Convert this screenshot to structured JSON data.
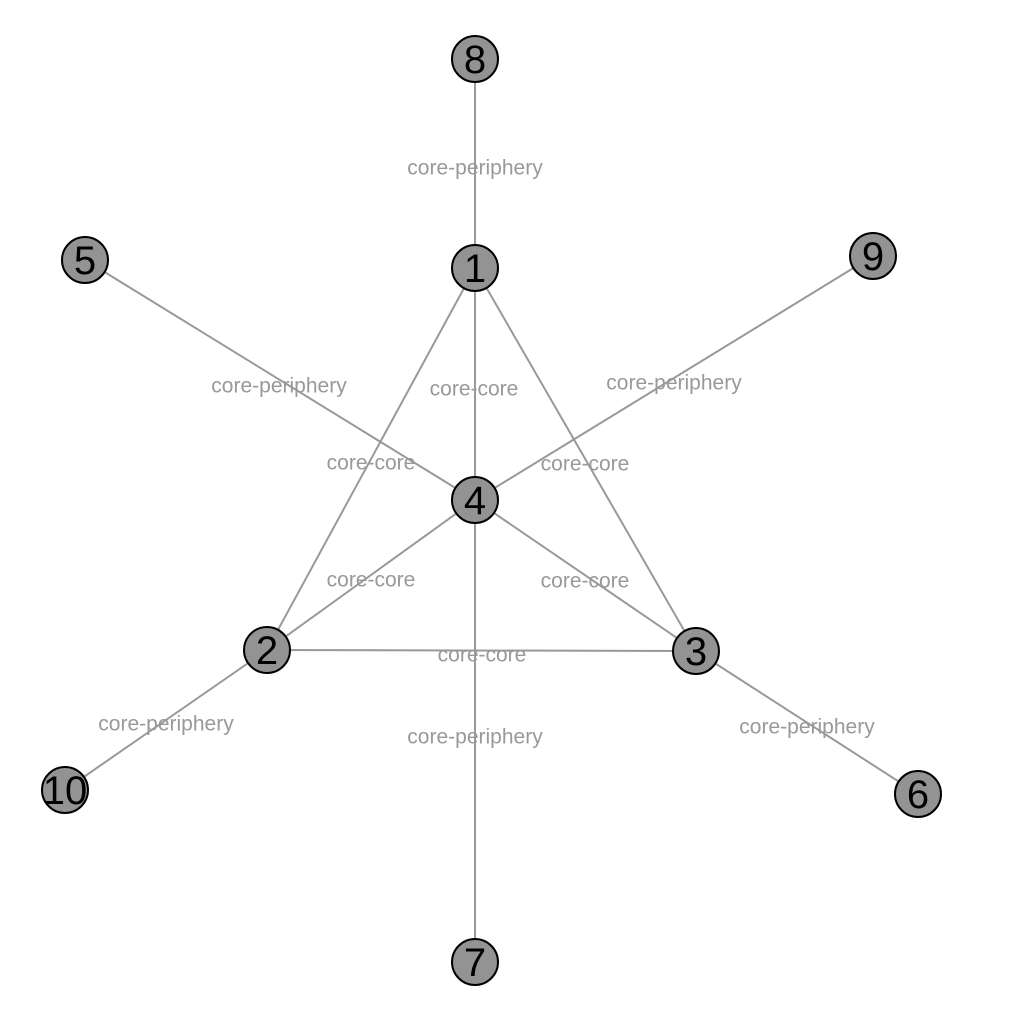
{
  "colors": {
    "background": "#ffffff",
    "node_fill": "#939393",
    "node_stroke": "#000000",
    "edge": "#999999",
    "edge_label": "#999999",
    "node_label": "#000000"
  },
  "nodes": [
    {
      "id": "1",
      "label": "1"
    },
    {
      "id": "2",
      "label": "2"
    },
    {
      "id": "3",
      "label": "3"
    },
    {
      "id": "4",
      "label": "4"
    },
    {
      "id": "5",
      "label": "5"
    },
    {
      "id": "6",
      "label": "6"
    },
    {
      "id": "7",
      "label": "7"
    },
    {
      "id": "8",
      "label": "8"
    },
    {
      "id": "9",
      "label": "9"
    },
    {
      "id": "10",
      "label": "10"
    }
  ],
  "edges": [
    {
      "source": "1",
      "target": "8",
      "label": "core-periphery"
    },
    {
      "source": "1",
      "target": "4",
      "label": "core-core"
    },
    {
      "source": "1",
      "target": "2",
      "label": "core-core"
    },
    {
      "source": "1",
      "target": "3",
      "label": "core-core"
    },
    {
      "source": "4",
      "target": "5",
      "label": "core-periphery"
    },
    {
      "source": "4",
      "target": "9",
      "label": "core-periphery"
    },
    {
      "source": "4",
      "target": "2",
      "label": "core-core"
    },
    {
      "source": "4",
      "target": "3",
      "label": "core-core"
    },
    {
      "source": "4",
      "target": "7",
      "label": "core-periphery"
    },
    {
      "source": "2",
      "target": "3",
      "label": "core-core"
    },
    {
      "source": "2",
      "target": "10",
      "label": "core-periphery"
    },
    {
      "source": "3",
      "target": "6",
      "label": "core-periphery"
    }
  ]
}
